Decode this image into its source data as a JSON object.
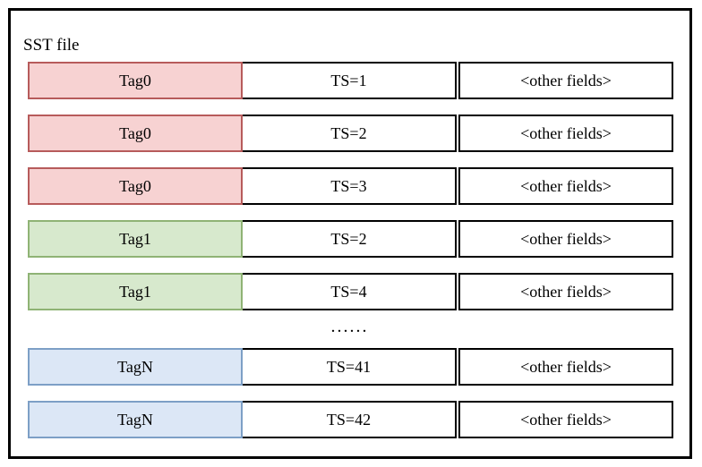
{
  "diagram": {
    "container_label": "SST file",
    "columns": [
      "tag",
      "timestamp",
      "other"
    ],
    "colors": {
      "red_fill": "#f7d2d2",
      "red_border": "#b75b5b",
      "green_fill": "#d7e9cd",
      "green_border": "#8fb375",
      "blue_fill": "#dce7f6",
      "blue_border": "#7d9fc6",
      "cell_border": "#000000",
      "background": "#ffffff"
    },
    "ellipsis": "......",
    "rows": [
      {
        "tag": "Tag0",
        "ts": "TS=1",
        "other": "<other fields>",
        "color": "red"
      },
      {
        "tag": "Tag0",
        "ts": "TS=2",
        "other": "<other fields>",
        "color": "red"
      },
      {
        "tag": "Tag0",
        "ts": "TS=3",
        "other": "<other fields>",
        "color": "red"
      },
      {
        "tag": "Tag1",
        "ts": "TS=2",
        "other": "<other fields>",
        "color": "green"
      },
      {
        "tag": "Tag1",
        "ts": "TS=4",
        "other": "<other fields>",
        "color": "green"
      },
      {
        "tag": "TagN",
        "ts": "TS=41",
        "other": "<other fields>",
        "color": "blue"
      },
      {
        "tag": "TagN",
        "ts": "TS=42",
        "other": "<other fields>",
        "color": "blue"
      }
    ]
  }
}
